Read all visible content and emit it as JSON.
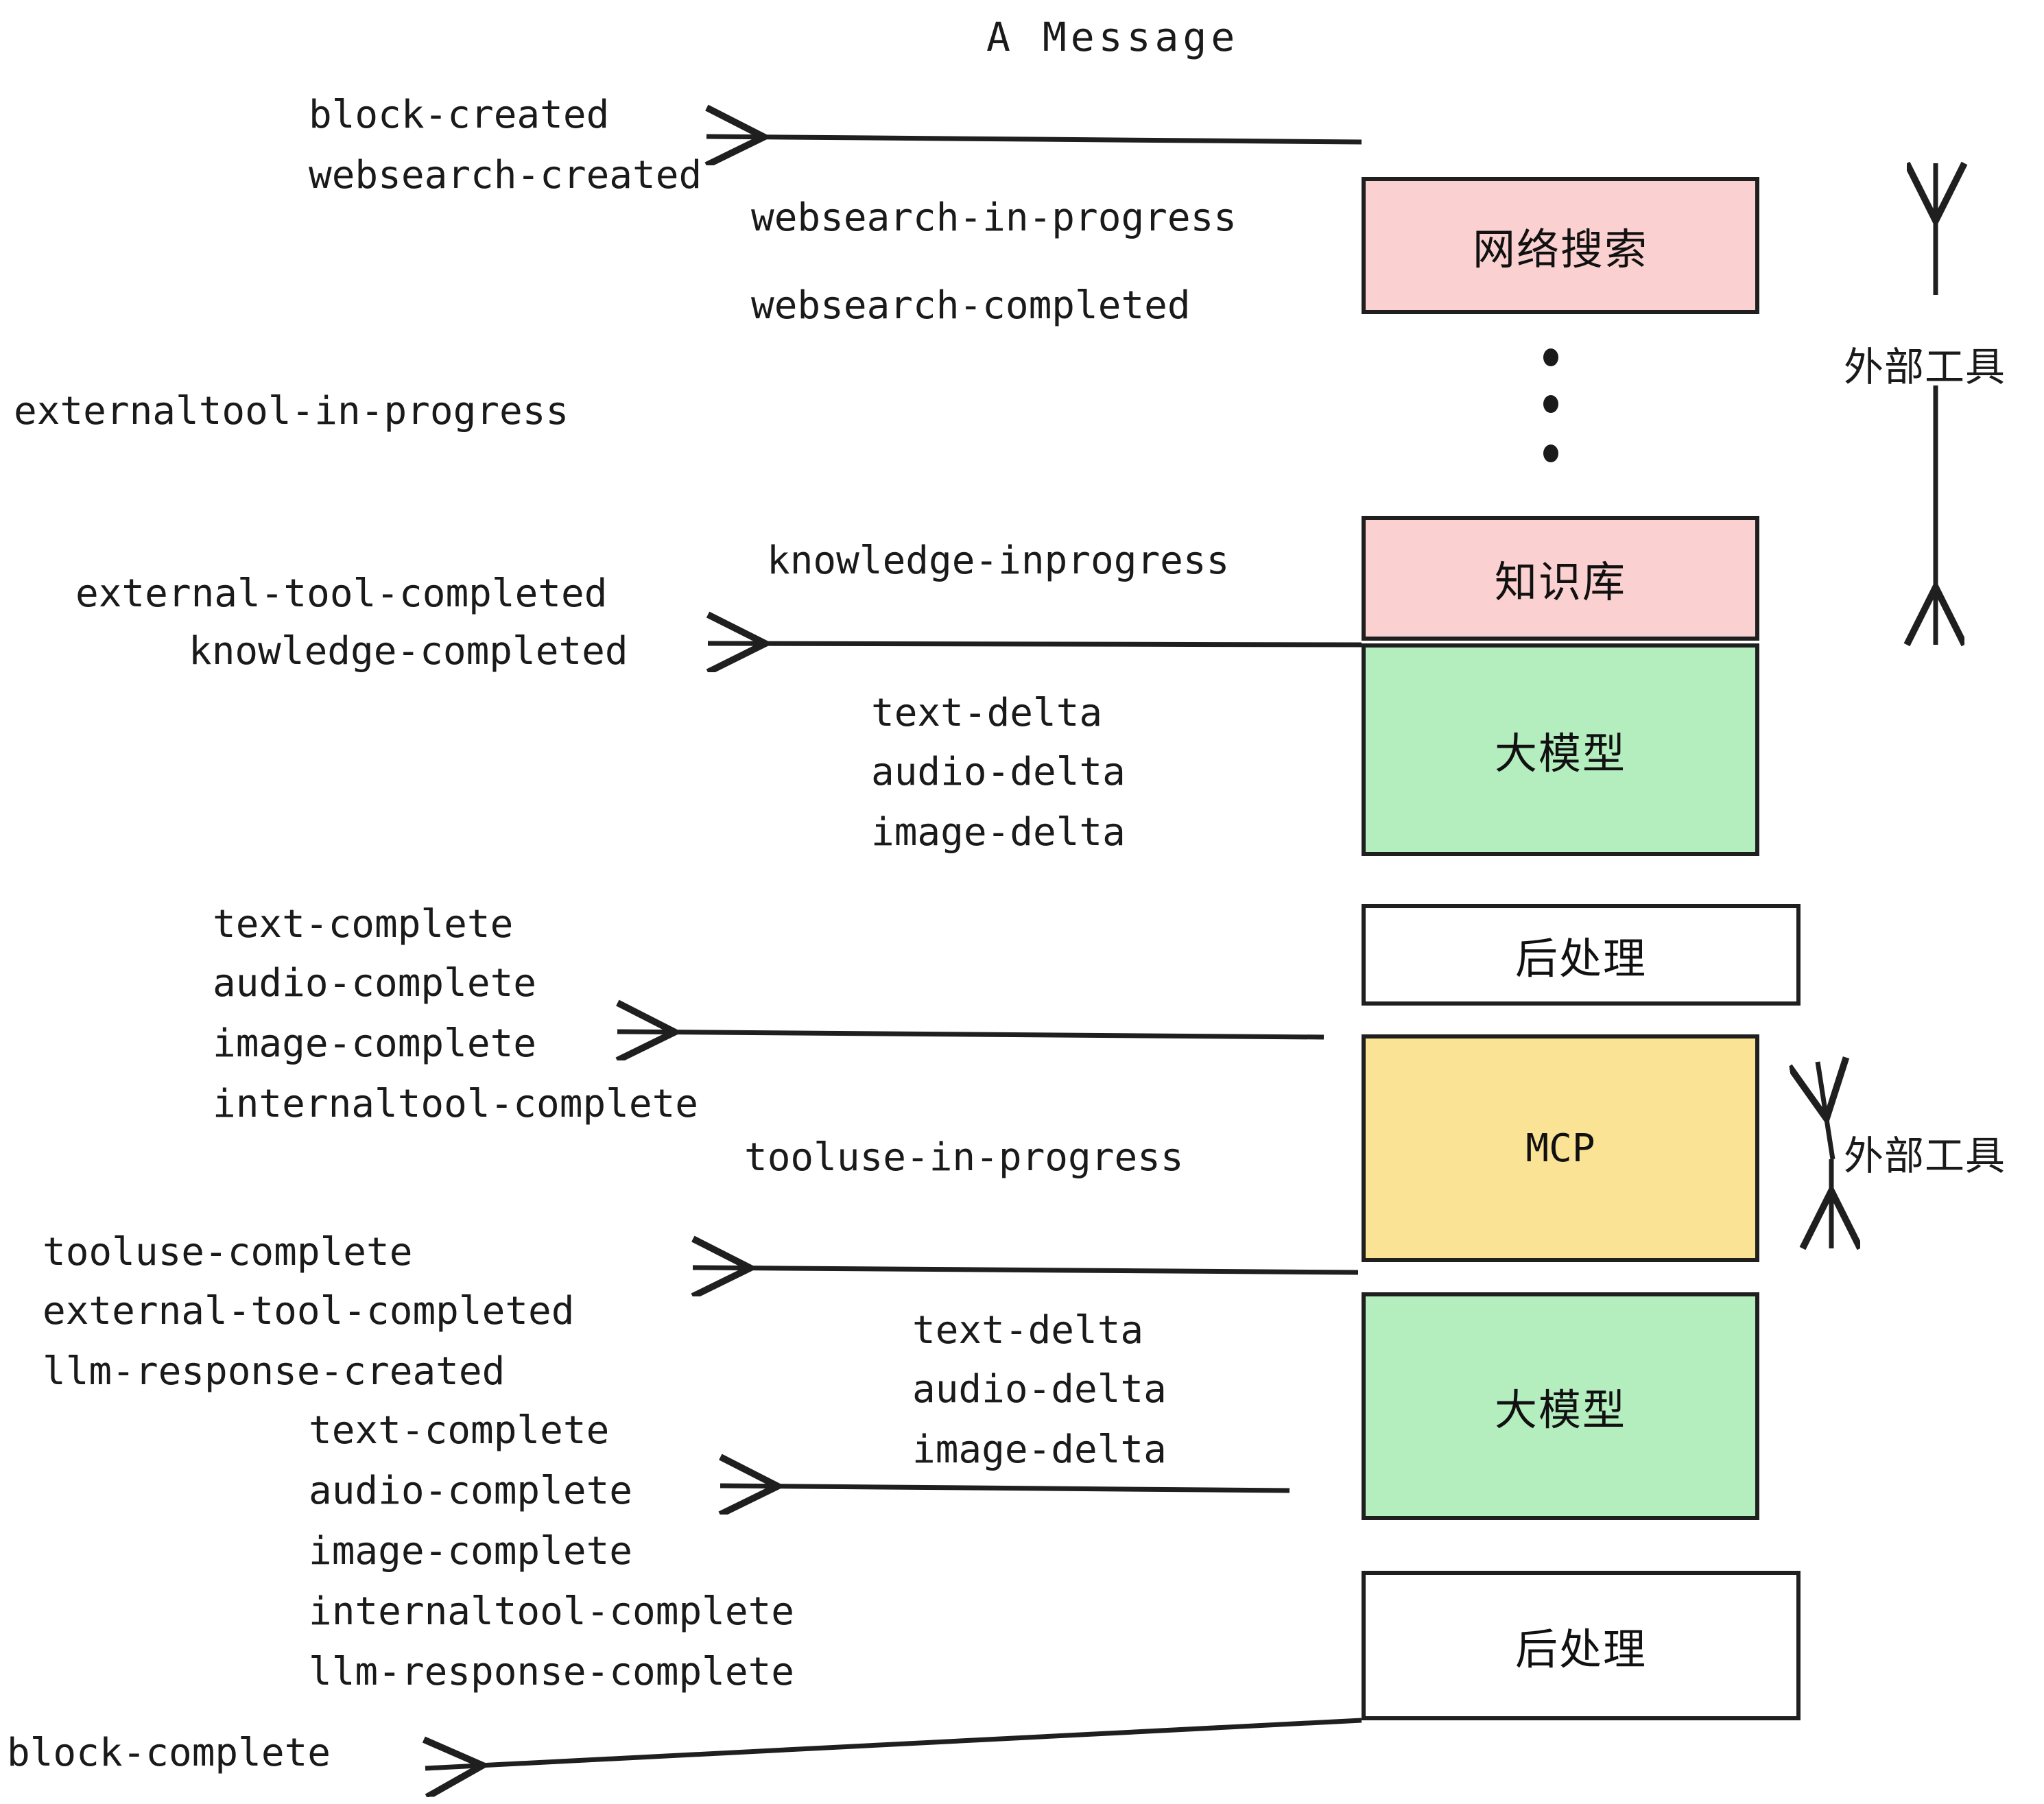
{
  "title": "A Message",
  "colors": {
    "pink": "#fad0d0",
    "green": "#b4edbe",
    "yellow": "#fbe396",
    "white": "#ffffff",
    "stroke": "#1f1f1f",
    "text": "#1a1a1a"
  },
  "boxes": [
    {
      "id": "websearch",
      "label": "网络搜索",
      "fill": "#fad0d0"
    },
    {
      "id": "knowledge",
      "label": "知识库",
      "fill": "#fad0d0"
    },
    {
      "id": "llm-1",
      "label": "大模型",
      "fill": "#b4edbe"
    },
    {
      "id": "postprocess-1",
      "label": "后处理",
      "fill": "#ffffff"
    },
    {
      "id": "mcp",
      "label": "MCP",
      "fill": "#fbe396"
    },
    {
      "id": "llm-2",
      "label": "大模型",
      "fill": "#b4edbe"
    },
    {
      "id": "postprocess-2",
      "label": "后处理",
      "fill": "#ffffff"
    }
  ],
  "side_labels": [
    {
      "id": "external-tools-top",
      "label": "外部工具"
    },
    {
      "id": "external-tools-bottom",
      "label": "外部工具"
    }
  ],
  "events": [
    {
      "id": "block-created",
      "text": "block-created"
    },
    {
      "id": "websearch-created",
      "text": "websearch-created"
    },
    {
      "id": "websearch-in-progress",
      "text": "websearch-in-progress"
    },
    {
      "id": "websearch-completed",
      "text": "websearch-completed"
    },
    {
      "id": "externaltool-in-progress",
      "text": "externaltool-in-progress"
    },
    {
      "id": "knowledge-inprogress",
      "text": "knowledge-inprogress"
    },
    {
      "id": "external-tool-completed-1",
      "text": "external-tool-completed"
    },
    {
      "id": "knowledge-completed",
      "text": "knowledge-completed"
    },
    {
      "id": "text-delta-1",
      "text": "text-delta"
    },
    {
      "id": "audio-delta-1",
      "text": "audio-delta"
    },
    {
      "id": "image-delta-1",
      "text": "image-delta"
    },
    {
      "id": "text-complete-1",
      "text": "text-complete"
    },
    {
      "id": "audio-complete-1",
      "text": "audio-complete"
    },
    {
      "id": "image-complete-1",
      "text": "image-complete"
    },
    {
      "id": "internaltool-complete-1",
      "text": "internaltool-complete"
    },
    {
      "id": "tooluse-in-progress",
      "text": "tooluse-in-progress"
    },
    {
      "id": "tooluse-complete",
      "text": "tooluse-complete"
    },
    {
      "id": "external-tool-completed-2",
      "text": "external-tool-completed"
    },
    {
      "id": "llm-response-created",
      "text": "llm-response-created"
    },
    {
      "id": "text-delta-2",
      "text": "text-delta"
    },
    {
      "id": "audio-delta-2",
      "text": "audio-delta"
    },
    {
      "id": "image-delta-2",
      "text": "image-delta"
    },
    {
      "id": "text-complete-2",
      "text": "text-complete"
    },
    {
      "id": "audio-complete-2",
      "text": "audio-complete"
    },
    {
      "id": "image-complete-2",
      "text": "image-complete"
    },
    {
      "id": "internaltool-complete-2",
      "text": "internaltool-complete"
    },
    {
      "id": "llm-response-complete",
      "text": "llm-response-complete"
    },
    {
      "id": "block-complete",
      "text": "block-complete"
    }
  ]
}
